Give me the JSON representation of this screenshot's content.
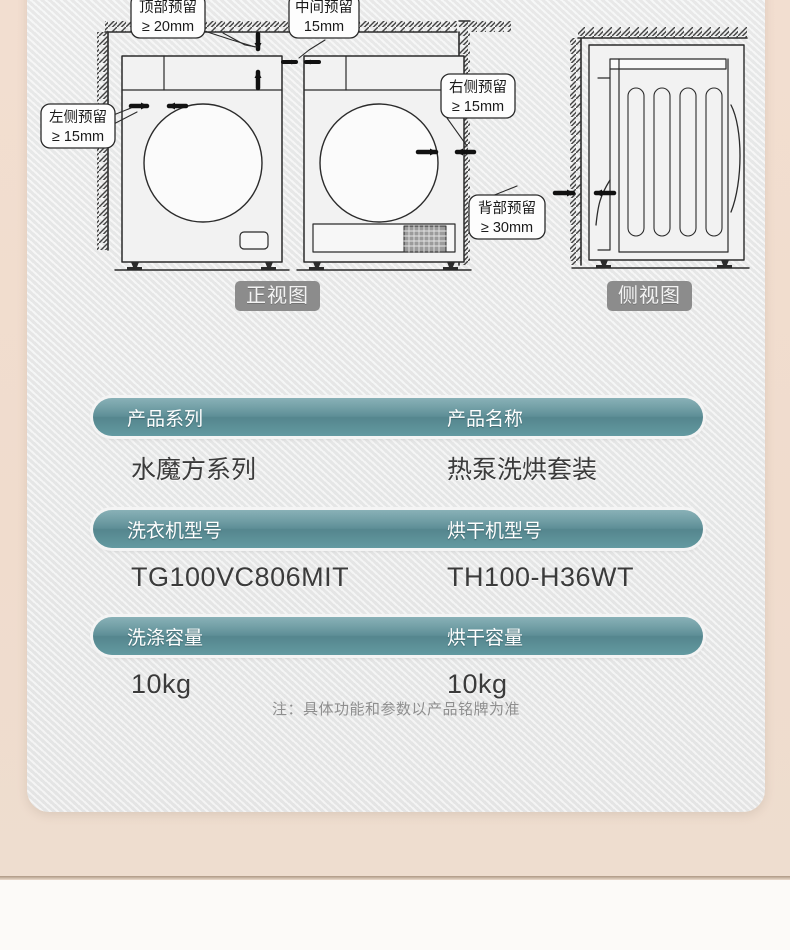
{
  "diagram": {
    "callouts": [
      {
        "id": "top-clearance",
        "line1": "顶部预留",
        "line2": "≥ 20mm"
      },
      {
        "id": "middle-clearance",
        "line1": "中间预留",
        "line2": "15mm"
      },
      {
        "id": "left-clearance",
        "line1": "左侧预留",
        "line2": "≥ 15mm"
      },
      {
        "id": "right-clearance",
        "line1": "右侧预留",
        "line2": "≥ 15mm"
      },
      {
        "id": "back-clearance",
        "line1": "背部预留",
        "line2": "≥ 30mm"
      }
    ],
    "captions": {
      "front_view": "正视图",
      "side_view": "侧视图"
    }
  },
  "spec_table": {
    "rows": [
      {
        "header_left": "产品系列",
        "header_right": "产品名称",
        "value_left": "水魔方系列",
        "value_right": "热泵洗烘套装",
        "latin": false
      },
      {
        "header_left": "洗衣机型号",
        "header_right": "烘干机型号",
        "value_left": "TG100VC806MIT",
        "value_right": "TH100-H36WT",
        "latin": true
      },
      {
        "header_left": "洗涤容量",
        "header_right": "烘干容量",
        "value_left": "10kg",
        "value_right": "10kg",
        "latin": true
      }
    ],
    "footnote": "注：具体功能和参数以产品铭牌为准"
  },
  "colors": {
    "pill_teal_light": "#6fa0a7",
    "pill_teal_dark": "#55868e",
    "caption_gray": "#8c8c8c",
    "card_gray": "#e8e9e9",
    "page_beige": "#f0dccd",
    "value_text": "#3b3b3b",
    "footnote_text": "#8f8f8f"
  }
}
